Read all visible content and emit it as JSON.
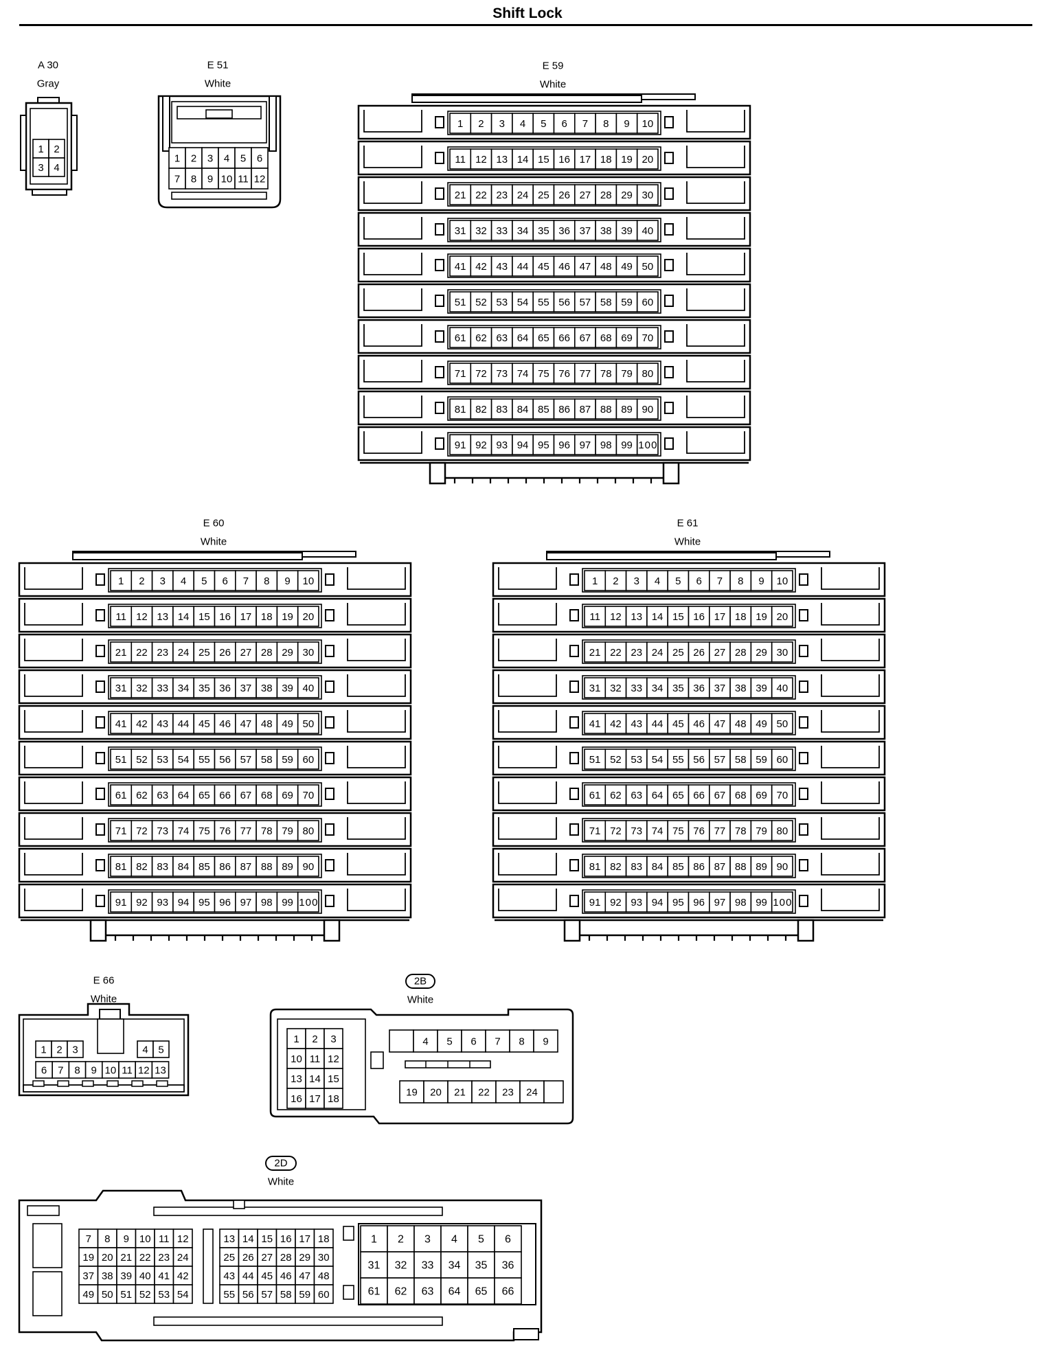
{
  "title": "Shift Lock",
  "connectors": [
    {
      "id": "A30",
      "label": "A 30",
      "color": "Gray",
      "pins": [
        "1",
        "2",
        "3",
        "4"
      ]
    },
    {
      "id": "E51",
      "label": "E 51",
      "color": "White",
      "pins": [
        "1",
        "2",
        "3",
        "4",
        "5",
        "6",
        "7",
        "8",
        "9",
        "10",
        "11",
        "12"
      ]
    },
    {
      "id": "E59",
      "label": "E 59",
      "color": "White",
      "pin_count": 100
    },
    {
      "id": "E60",
      "label": "E 60",
      "color": "White",
      "pin_count": 100
    },
    {
      "id": "E61",
      "label": "E 61",
      "color": "White",
      "pin_count": 100
    },
    {
      "id": "E66",
      "label": "E 66",
      "color": "White",
      "rows": [
        [
          "1",
          "2",
          "3",
          "",
          "4",
          "5"
        ],
        [
          "6",
          "7",
          "8",
          "9",
          "10",
          "11",
          "12",
          "13"
        ]
      ]
    },
    {
      "id": "2B",
      "label": "2B",
      "color": "White",
      "left_block": [
        [
          "1",
          "2",
          "3"
        ],
        [
          "10",
          "11",
          "12"
        ],
        [
          "13",
          "14",
          "15"
        ],
        [
          "16",
          "17",
          "18"
        ]
      ],
      "top_row": [
        "",
        "4",
        "5",
        "6",
        "7",
        "8",
        "9"
      ],
      "bottom_row": [
        "19",
        "20",
        "21",
        "22",
        "23",
        "24"
      ]
    },
    {
      "id": "2D",
      "label": "2D",
      "color": "White",
      "block1": [
        [
          "7",
          "8",
          "9",
          "10",
          "11",
          "12"
        ],
        [
          "19",
          "20",
          "21",
          "22",
          "23",
          "24"
        ],
        [
          "37",
          "38",
          "39",
          "40",
          "41",
          "42"
        ],
        [
          "49",
          "50",
          "51",
          "52",
          "53",
          "54"
        ]
      ],
      "block2": [
        [
          "13",
          "14",
          "15",
          "16",
          "17",
          "18"
        ],
        [
          "25",
          "26",
          "27",
          "28",
          "29",
          "30"
        ],
        [
          "43",
          "44",
          "45",
          "46",
          "47",
          "48"
        ],
        [
          "55",
          "56",
          "57",
          "58",
          "59",
          "60"
        ]
      ],
      "block3": [
        [
          "1",
          "2",
          "3",
          "4",
          "5",
          "6"
        ],
        [
          "31",
          "32",
          "33",
          "34",
          "35",
          "36"
        ],
        [
          "61",
          "62",
          "63",
          "64",
          "65",
          "66"
        ]
      ]
    }
  ]
}
